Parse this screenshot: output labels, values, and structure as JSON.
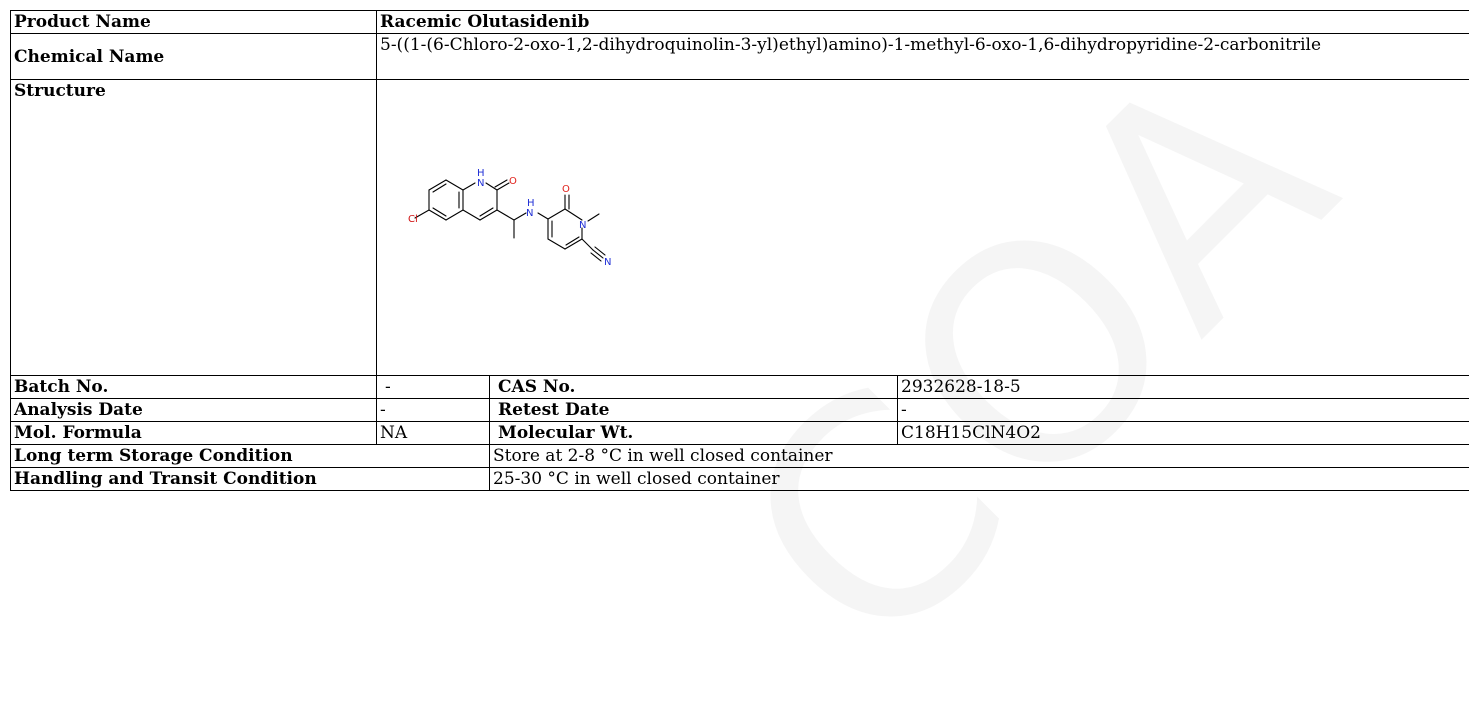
{
  "watermark": "COA",
  "rows": {
    "product_name_label": "Product Name",
    "product_name_value": "Racemic Olutasidenib",
    "chemical_name_label": "Chemical Name",
    "chemical_name_value": "5-((1-(6-Chloro-2-oxo-1,2-dihydroquinolin-3-yl)ethyl)amino)-1-methyl-6-oxo-1,6-dihydropyridine-2-carbonitrile",
    "structure_label": "Structure",
    "batch_label": "Batch No.",
    "batch_value": "-",
    "cas_label": "CAS No.",
    "cas_value": "2932628-18-5",
    "analysis_date_label": "Analysis Date",
    "analysis_date_value": "-",
    "retest_date_label": "Retest Date",
    "retest_date_value": "-",
    "mol_formula_label": "Mol. Formula",
    "mol_formula_value": "NA",
    "mol_wt_label": "Molecular Wt.",
    "mol_wt_value": "C18H15ClN4O2",
    "storage_label": "Long term Storage Condition",
    "storage_value": "Store at 2-8 °C in well closed container",
    "handling_label": "Handling and Transit Condition",
    "handling_value": "25-30 °C in well closed container"
  },
  "structure_atoms": {
    "cl": "Cl",
    "nh_quinoline": "H",
    "n_quinoline": "N",
    "o_quinoline": "O",
    "nh_amine": "H",
    "n_amine": "N",
    "o_pyridone": "O",
    "n_pyridone": "N",
    "n_nitrile": "N"
  },
  "colors": {
    "nitrogen": "#1f2fd6",
    "oxygen": "#e0201a",
    "chlorine": "#d01010"
  }
}
